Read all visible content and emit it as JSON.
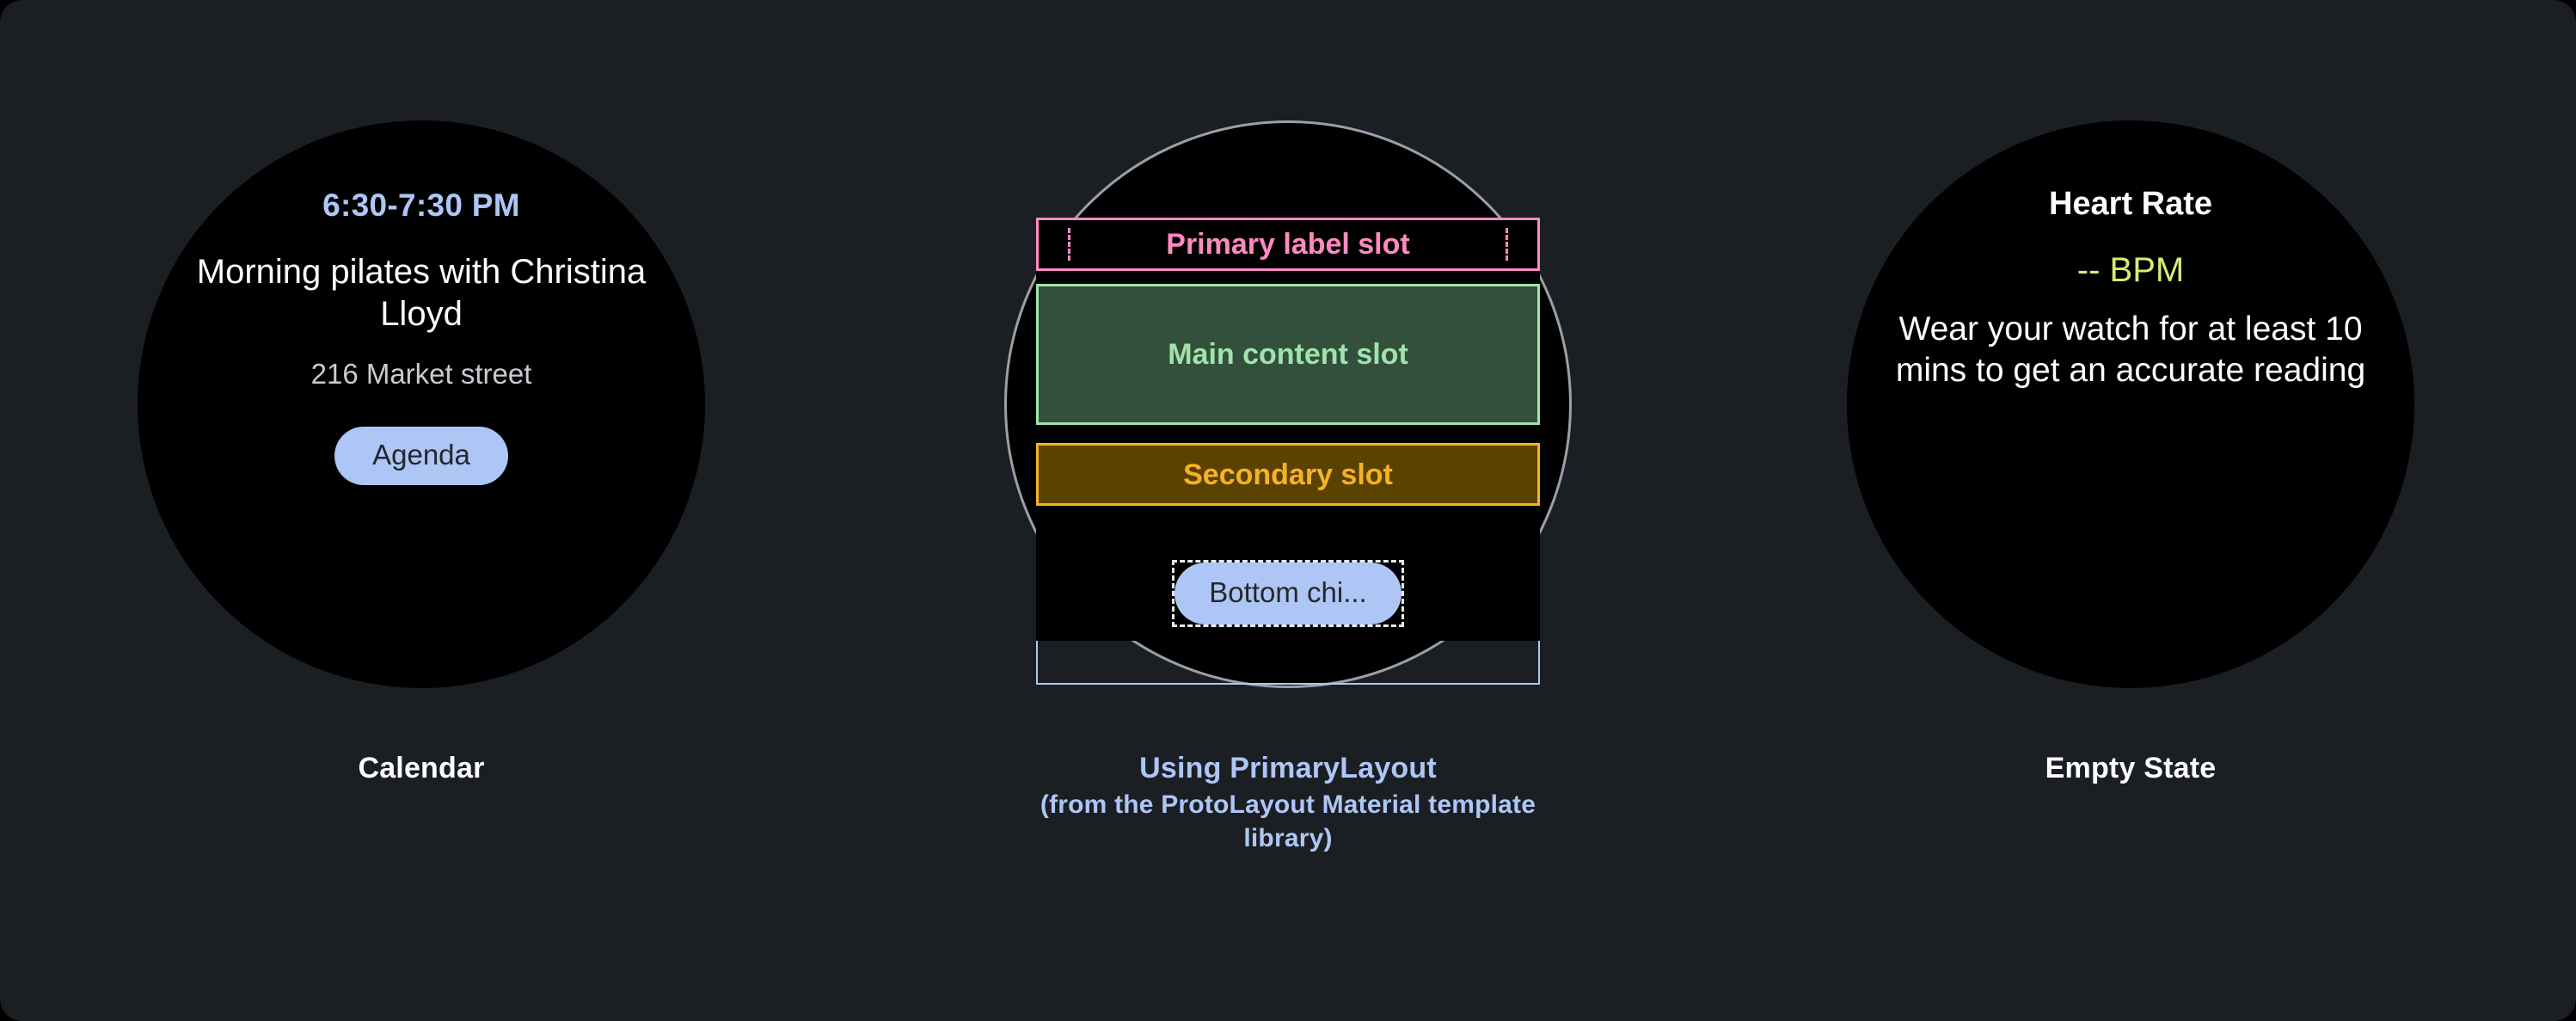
{
  "page": {
    "background_color": "#1b1f23",
    "outer_background_color": "#000000"
  },
  "panels": [
    {
      "id": "calendar",
      "caption": "Calendar",
      "watch": {
        "style": "filled",
        "time_range": "6:30-7:30 PM",
        "time_color": "#aec6f6",
        "title": "Morning pilates with Christina Lloyd",
        "title_color": "#ffffff",
        "address": "216 Market street",
        "address_color": "#c8cbd0",
        "chip_label": "Agenda",
        "chip_bg": "#aec6f6",
        "chip_text_color": "#25282c"
      }
    },
    {
      "id": "primary-layout",
      "caption_main": "Using PrimaryLayout",
      "caption_sub": "(from the ProtoLayout Material template library)",
      "caption_color": "#aec6f6",
      "watch": {
        "style": "outlined",
        "outline_color": "#9aa0a6"
      },
      "slots": [
        {
          "name": "primary-label-slot",
          "label": "Primary label slot",
          "border_color": "#ff8ac2",
          "fill_color": "#000000",
          "text_color": "#ff8ac2",
          "has_dashed_guides": true
        },
        {
          "name": "main-content-slot",
          "label": "Main content slot",
          "border_color": "#a0e3ac",
          "fill_color": "#33503c",
          "text_color": "#a0e3ac",
          "has_dashed_guides": false
        },
        {
          "name": "secondary-slot",
          "label": "Secondary slot",
          "border_color": "#f5b324",
          "fill_color": "#5b4203",
          "text_color": "#f5b324",
          "has_dashed_guides": false
        }
      ],
      "container_frame_color": "#aec6f6",
      "bottom_chip": {
        "label": "Bottom chi...",
        "bg": "#aec6f6",
        "text_color": "#25282c",
        "dashed_outline_color": "#e8eaed"
      }
    },
    {
      "id": "empty-state",
      "caption": "Empty State",
      "watch": {
        "style": "filled",
        "title": "Heart Rate",
        "title_color": "#ffffff",
        "value": "-- BPM",
        "value_color": "#d7ed72",
        "body": "Wear your watch for at least 10 mins to get an accurate reading",
        "body_color": "#ffffff"
      }
    }
  ]
}
